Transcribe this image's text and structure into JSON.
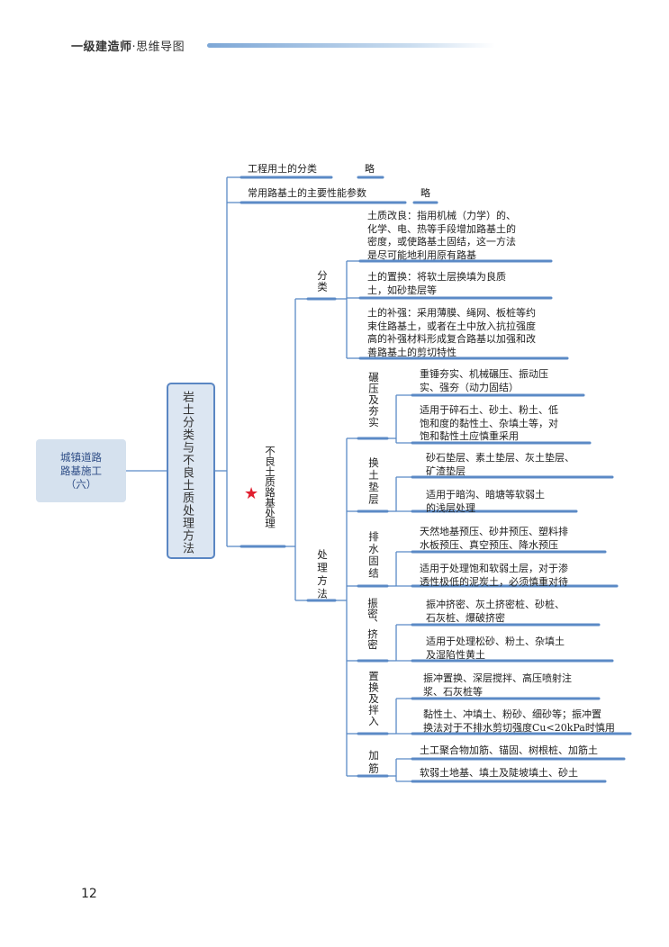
{
  "header": {
    "title_bold": "一级建造师",
    "title_rest": "·思维导图"
  },
  "page_number": "12",
  "root": "城镇道路\n路基施工\n（六）",
  "level1": "岩土分类与不良土质处理方法",
  "branches": {
    "soil_class": "工程用土的分类",
    "soil_class_note": "略",
    "soil_props": "常用路基土的主要性能参数",
    "soil_props_note": "略",
    "bad_soil": "不良土质路基处理",
    "category": "分类",
    "cat_items": [
      "土质改良：指用机械（力学）的、\n化学、电、热等手段增加路基土的\n密度，或使路基土固结，这一方法\n是尽可能地利用原有路基",
      "土的置换：将软土层换填为良质\n土，如砂垫层等",
      "土的补强：采用薄膜、绳网、板桩等约\n束住路基土，或者在土中放入抗拉强度\n高的补强材料形成复合路基以加强和改\n善路基土的剪切特性"
    ],
    "method": "处理方法",
    "methods": [
      {
        "name": "碾压及夯实",
        "items": [
          "重锤夯实、机械碾压、振动压\n实、强夯（动力固结）",
          "适用于碎石土、砂土、粉土、低\n饱和度的黏性土、杂填土等，对\n饱和黏性土应慎重采用"
        ]
      },
      {
        "name": "换土垫层",
        "items": [
          "砂石垫层、素土垫层、灰土垫层、\n矿渣垫层",
          "适用于暗沟、暗塘等软弱土\n的浅层处理"
        ]
      },
      {
        "name": "排水固结",
        "items": [
          "天然地基预压、砂井预压、塑料排\n水板预压、真空预压、降水预压",
          "适用于处理饱和软弱土层，对于渗\n透性极低的泥炭土，必须慎重对待"
        ]
      },
      {
        "name": "振密、挤密",
        "items": [
          "振冲挤密、灰土挤密桩、砂桩、\n石灰桩、爆破挤密",
          "适用于处理松砂、粉土、杂填土\n及湿陷性黄土"
        ]
      },
      {
        "name": "置换及拌入",
        "items": [
          "振冲置换、深层搅拌、高压喷射注\n浆、石灰桩等",
          "黏性土、冲填土、粉砂、细砂等；振冲置\n换法对于不排水剪切强度Cu<20kPa时慎用"
        ]
      },
      {
        "name": "加筋",
        "items": [
          "土工聚合物加筋、锚固、树根桩、加筋土",
          "软弱土地基、填土及陡坡填土、砂土"
        ]
      }
    ]
  },
  "colors": {
    "line": "#5b8ac6",
    "star": "#e02030",
    "root_bg": "#d5e1ee"
  }
}
